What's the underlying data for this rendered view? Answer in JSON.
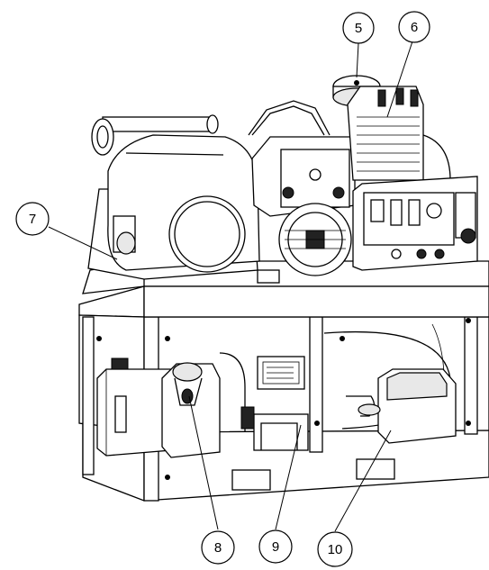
{
  "callouts": [
    {
      "id": "callout-5",
      "label": "5"
    },
    {
      "id": "callout-6",
      "label": "6"
    },
    {
      "id": "callout-7",
      "label": "7"
    },
    {
      "id": "callout-8",
      "label": "8"
    },
    {
      "id": "callout-9",
      "label": "9"
    },
    {
      "id": "callout-10",
      "label": "10"
    }
  ],
  "colors": {
    "line": "#000000",
    "background": "#ffffff",
    "shade": "#e8e8e8"
  }
}
